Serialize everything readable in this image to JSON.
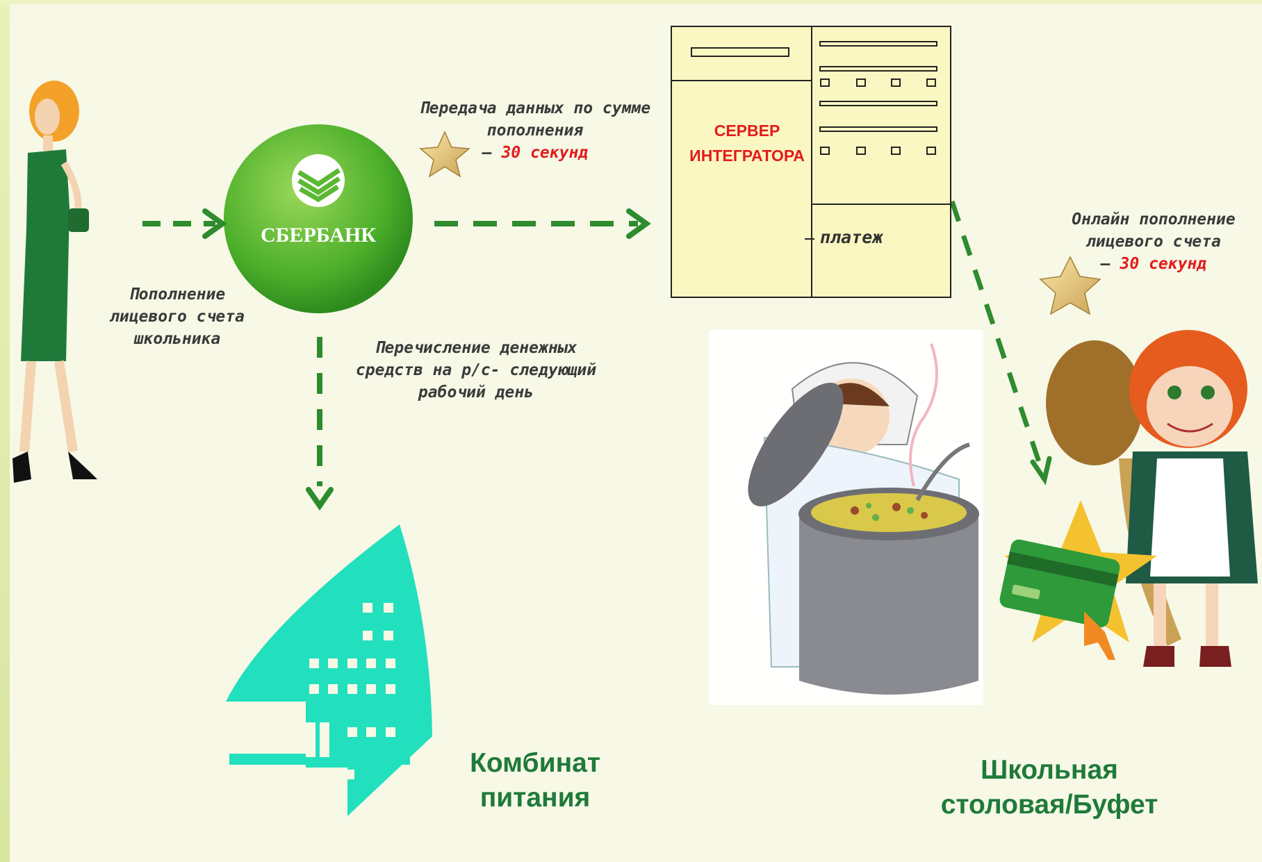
{
  "bank": {
    "name": "СБЕРБАНК"
  },
  "notes": {
    "topup_label": [
      "Пополнение",
      "лицевого счета",
      "школьника"
    ],
    "transfer_data": {
      "line1": "Передача данных по  сумме",
      "line2": "пополнения",
      "line3_prefix": "– ",
      "line3_red": "30 секунд"
    },
    "money_transfer": [
      "Перечисление денежных",
      "средств на р/с- следующий",
      "рабочий день"
    ],
    "online_topup": {
      "line1": "Онлайн пополнение",
      "line2": "лицевого счета",
      "line3_prefix": "– ",
      "line3_red": "30 секунд"
    }
  },
  "server": {
    "label_line1": "СЕРВЕР",
    "label_line2": "ИНТЕГРАТОРА",
    "payment_label": "платеж"
  },
  "titles": {
    "kombinat": [
      "Комбинат",
      "питания"
    ],
    "canteen": [
      "Школьная",
      "столовая/Буфет"
    ]
  },
  "colors": {
    "arrow": "#2e8b2e",
    "red": "#e21b1b",
    "title": "#1f7a3a",
    "server_fill": "#fbf7c2",
    "building": "#22e0bd",
    "bank_green": "#4caf2a"
  }
}
